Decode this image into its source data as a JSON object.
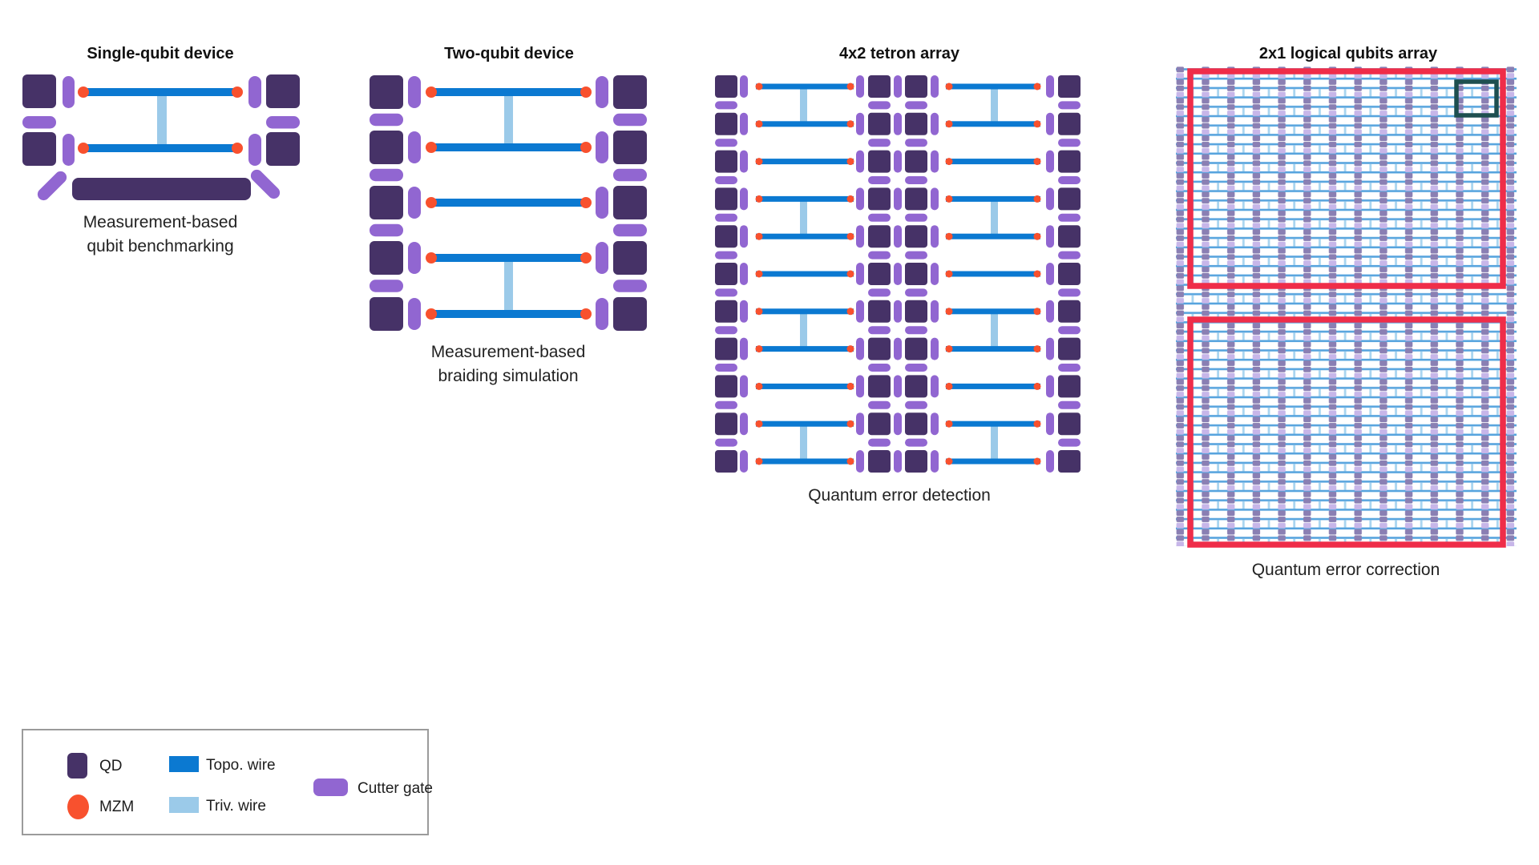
{
  "panels": [
    {
      "id": "single-qubit-device",
      "title": "Single-qubit device",
      "caption_lines": [
        "Measurement-based",
        "qubit benchmarking"
      ]
    },
    {
      "id": "two-qubit-device",
      "title": "Two-qubit device",
      "caption_lines": [
        "Measurement-based",
        "braiding simulation"
      ]
    },
    {
      "id": "tetron-array",
      "title": "4x2 tetron array",
      "caption_lines": [
        "Quantum error detection"
      ]
    },
    {
      "id": "logical-qubits-array",
      "title": "2x1 logical qubits array",
      "caption_lines": [
        "Quantum error correction"
      ]
    }
  ],
  "legend": {
    "items": [
      {
        "label": "QD",
        "swatch": "qd-square"
      },
      {
        "label": "MZM",
        "swatch": "mzm-circle"
      },
      {
        "label": "Topo. wire",
        "swatch": "topo-wire-bar"
      },
      {
        "label": "Triv. wire",
        "swatch": "triv-wire-bar"
      },
      {
        "label": "Cutter gate",
        "swatch": "cutter-gate-pill"
      }
    ]
  },
  "colors": {
    "quantum_dot": "#463267",
    "cutter_gate": "#9166d1",
    "topological_wire": "#0b79d1",
    "trivial_wire": "#9bcae9",
    "mzm": "#f8512e",
    "logical_qubit_outline": "#ef2d49",
    "unit_cell_outline": "#1e4f4f",
    "background": "#ffffff"
  }
}
